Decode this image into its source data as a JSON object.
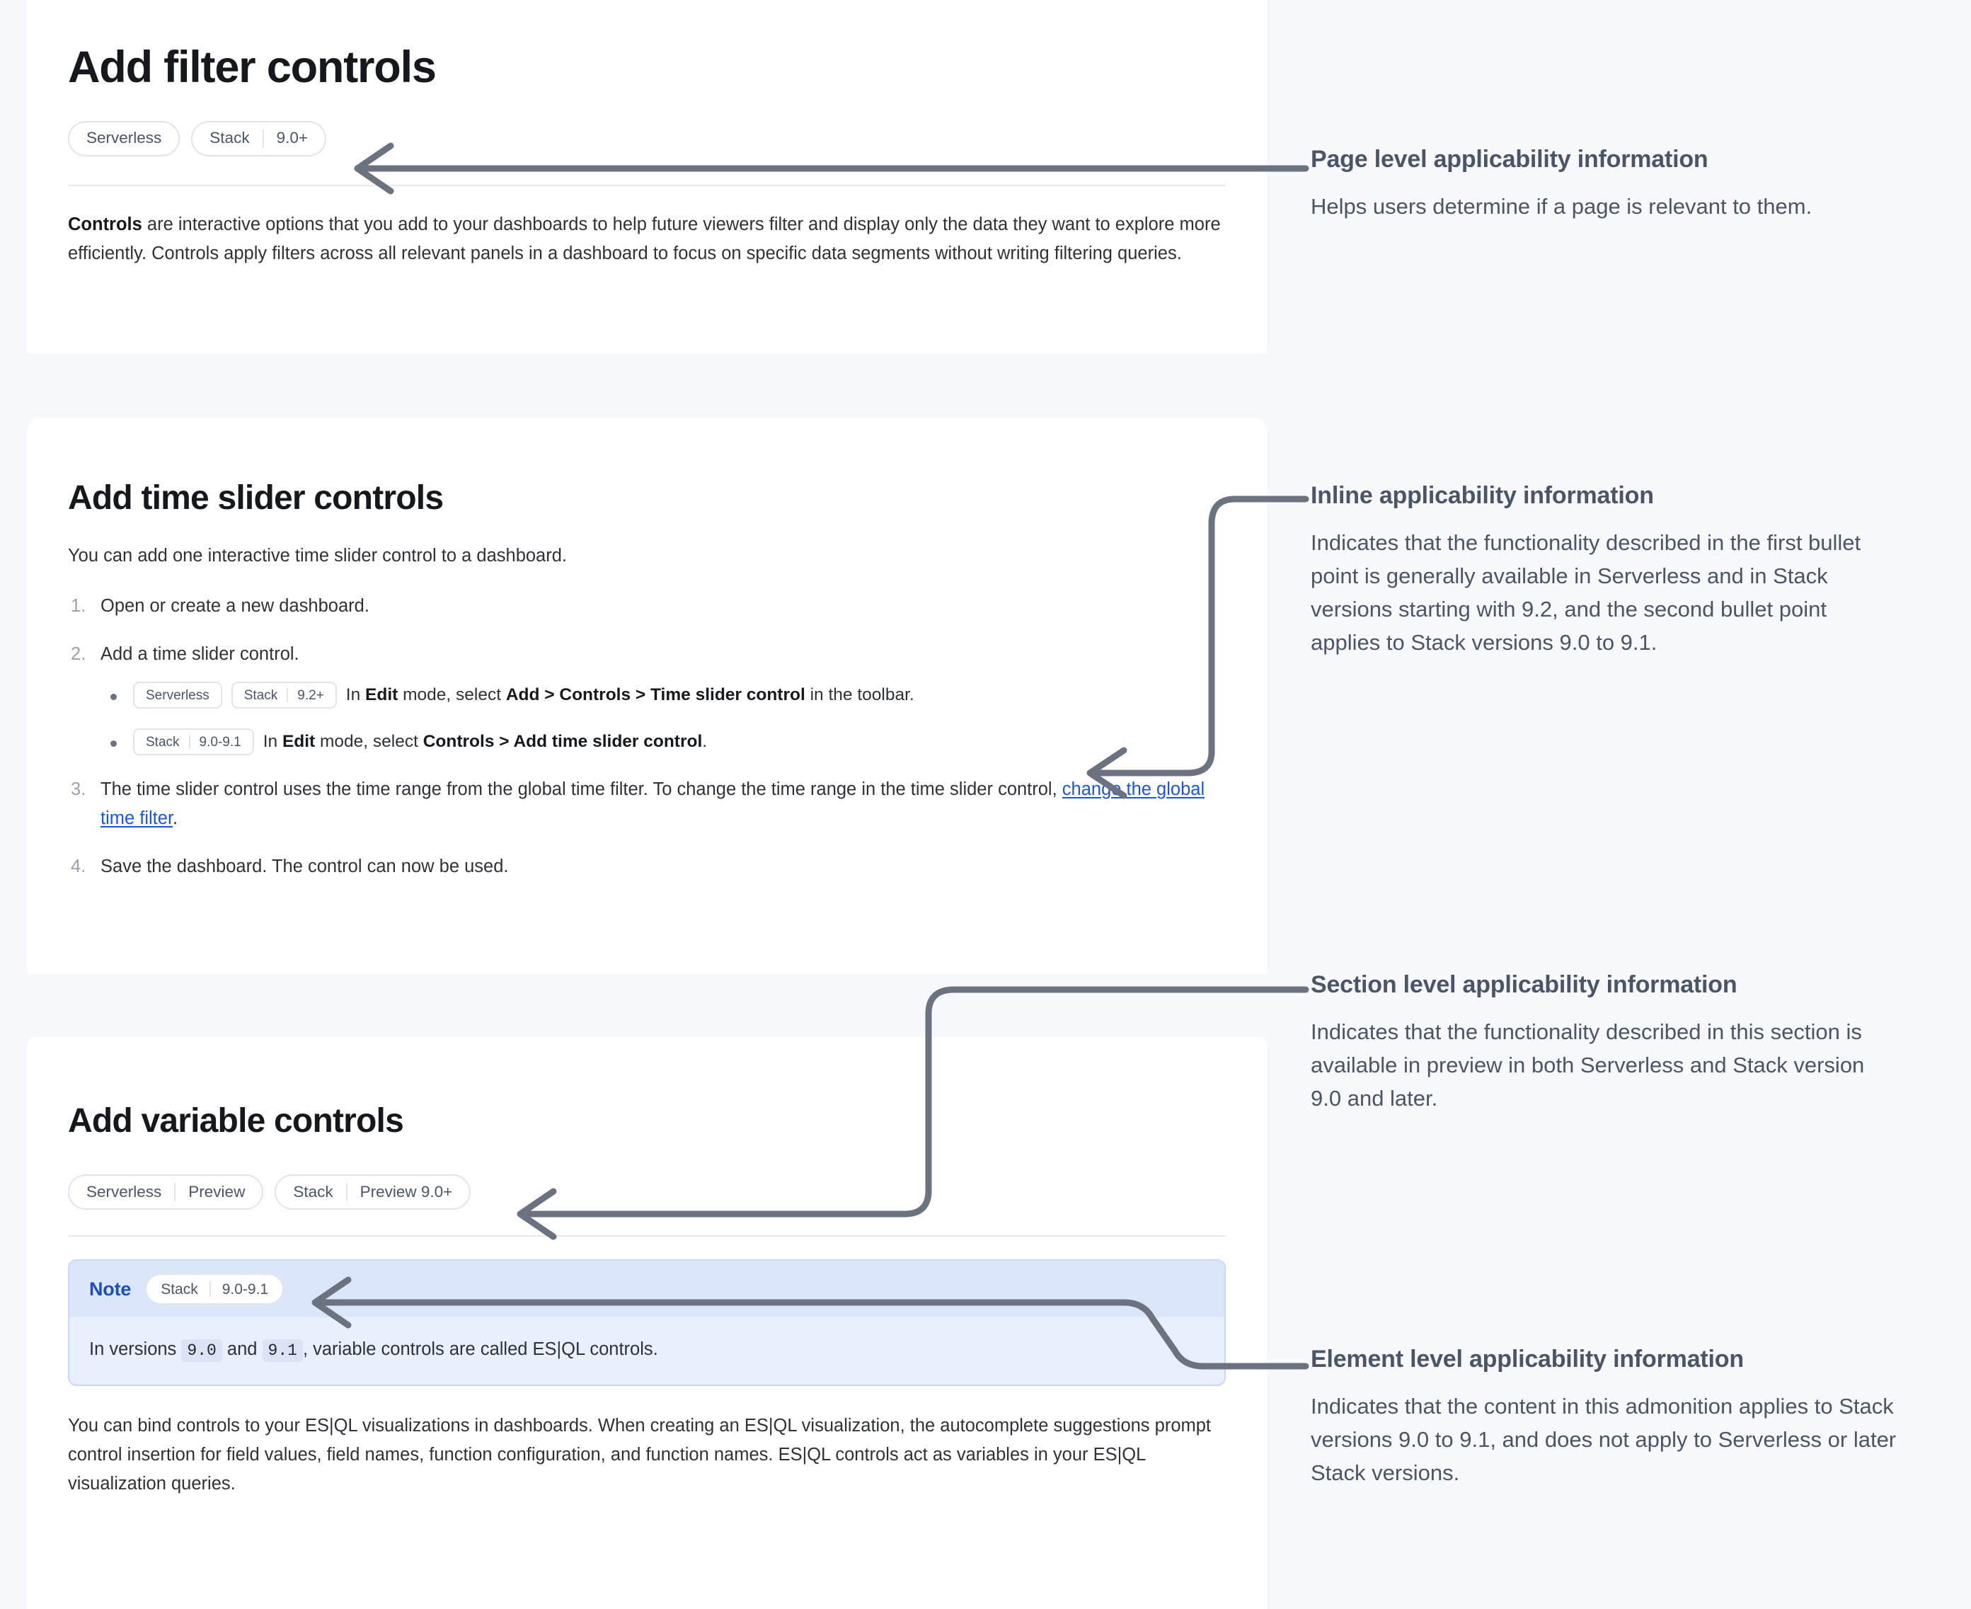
{
  "doc": {
    "page_title": "Add filter controls",
    "page_badges": [
      {
        "name": "badge-serverless",
        "segments": [
          "Serverless"
        ]
      },
      {
        "name": "badge-stack-90plus",
        "segments": [
          "Stack",
          "9.0+"
        ]
      }
    ],
    "intro_paragraph": {
      "lead": "Controls",
      "rest": " are interactive options that you add to your dashboards to help future viewers filter and display only the data they want to explore more efficiently. Controls apply filters across all relevant panels in a dashboard to focus on specific data segments without writing filtering queries."
    },
    "time_slider_section": {
      "heading": "Add time slider controls",
      "intro": "You can add one interactive time slider control to a dashboard.",
      "steps": [
        {
          "text": "Open or create a new dashboard."
        },
        {
          "text": "Add a time slider control."
        },
        {
          "text": "The time slider control uses the time range from the global time filter. To change the time range in the time slider control, ",
          "link": "change the global time filter",
          "after": "."
        },
        {
          "text": "Save the dashboard. The control can now be used."
        }
      ],
      "bullets": [
        {
          "badges": [
            {
              "name": "badge-serverless",
              "segments": [
                "Serverless"
              ]
            },
            {
              "name": "badge-stack-92plus",
              "segments": [
                "Stack",
                "9.2+"
              ]
            }
          ],
          "parts": [
            {
              "t": "In ",
              "b": false
            },
            {
              "t": "Edit",
              "b": true
            },
            {
              "t": " mode, select ",
              "b": false
            },
            {
              "t": "Add > Controls > Time slider control",
              "b": true
            },
            {
              "t": " in the toolbar.",
              "b": false
            }
          ]
        },
        {
          "badges": [
            {
              "name": "badge-stack-90-91",
              "segments": [
                "Stack",
                "9.0-9.1"
              ]
            }
          ],
          "parts": [
            {
              "t": "In ",
              "b": false
            },
            {
              "t": "Edit",
              "b": true
            },
            {
              "t": " mode, select ",
              "b": false
            },
            {
              "t": "Controls > Add time slider control",
              "b": true
            },
            {
              "t": ".",
              "b": false
            }
          ]
        }
      ]
    },
    "variable_section": {
      "heading": "Add variable controls",
      "badges": [
        {
          "name": "badge-serverless-preview",
          "segments": [
            "Serverless",
            "Preview"
          ]
        },
        {
          "name": "badge-stack-preview-90plus",
          "segments": [
            "Stack",
            "Preview 9.0+"
          ]
        }
      ],
      "note": {
        "title": "Note",
        "badge": {
          "name": "badge-stack-90-91",
          "segments": [
            "Stack",
            "9.0-9.1"
          ]
        },
        "body_pre": "In versions ",
        "code_1": "9.0",
        "body_mid": " and ",
        "code_2": "9.1",
        "body_post": ", variable controls are called ES|QL controls."
      },
      "paragraph": "You can bind controls to your ES|QL visualizations in dashboards. When creating an ES|QL visualization, the autocomplete suggestions prompt control insertion for field values, field names, function configuration, and function names. ES|QL controls act as variables in your ES|QL visualization queries."
    }
  },
  "annotations": [
    {
      "id": "page-level",
      "title": "Page level applicability information",
      "desc": "Helps users determine if a page is relevant to them."
    },
    {
      "id": "inline",
      "title": "Inline applicability information",
      "desc": "Indicates that the functionality described in the first bullet point is generally available in Serverless and in Stack versions starting with 9.2, and the second bullet point applies to Stack versions 9.0 to 9.1."
    },
    {
      "id": "section-level",
      "title": "Section level applicability information",
      "desc": "Indicates that the functionality described in this section is available in preview in both Serverless and Stack version 9.0 and later."
    },
    {
      "id": "element-level",
      "title": "Element level applicability information",
      "desc": "Indicates that the content in this admonition applies to Stack versions 9.0 to 9.1, and does not apply to Serverless or later Stack versions."
    }
  ],
  "colors": {
    "page_background": "#f7f8fc",
    "card_background": "#ffffff",
    "connector": "#6b7280",
    "annotation_text": "#4a5568",
    "link": "#1a56db",
    "note_header": "#dbe6fa",
    "note_body": "#e8effd",
    "note_border": "#c8d8f6",
    "note_title": "#1a4fb8",
    "badge_border": "#dfe4ed",
    "badge_text": "#4a5568"
  }
}
